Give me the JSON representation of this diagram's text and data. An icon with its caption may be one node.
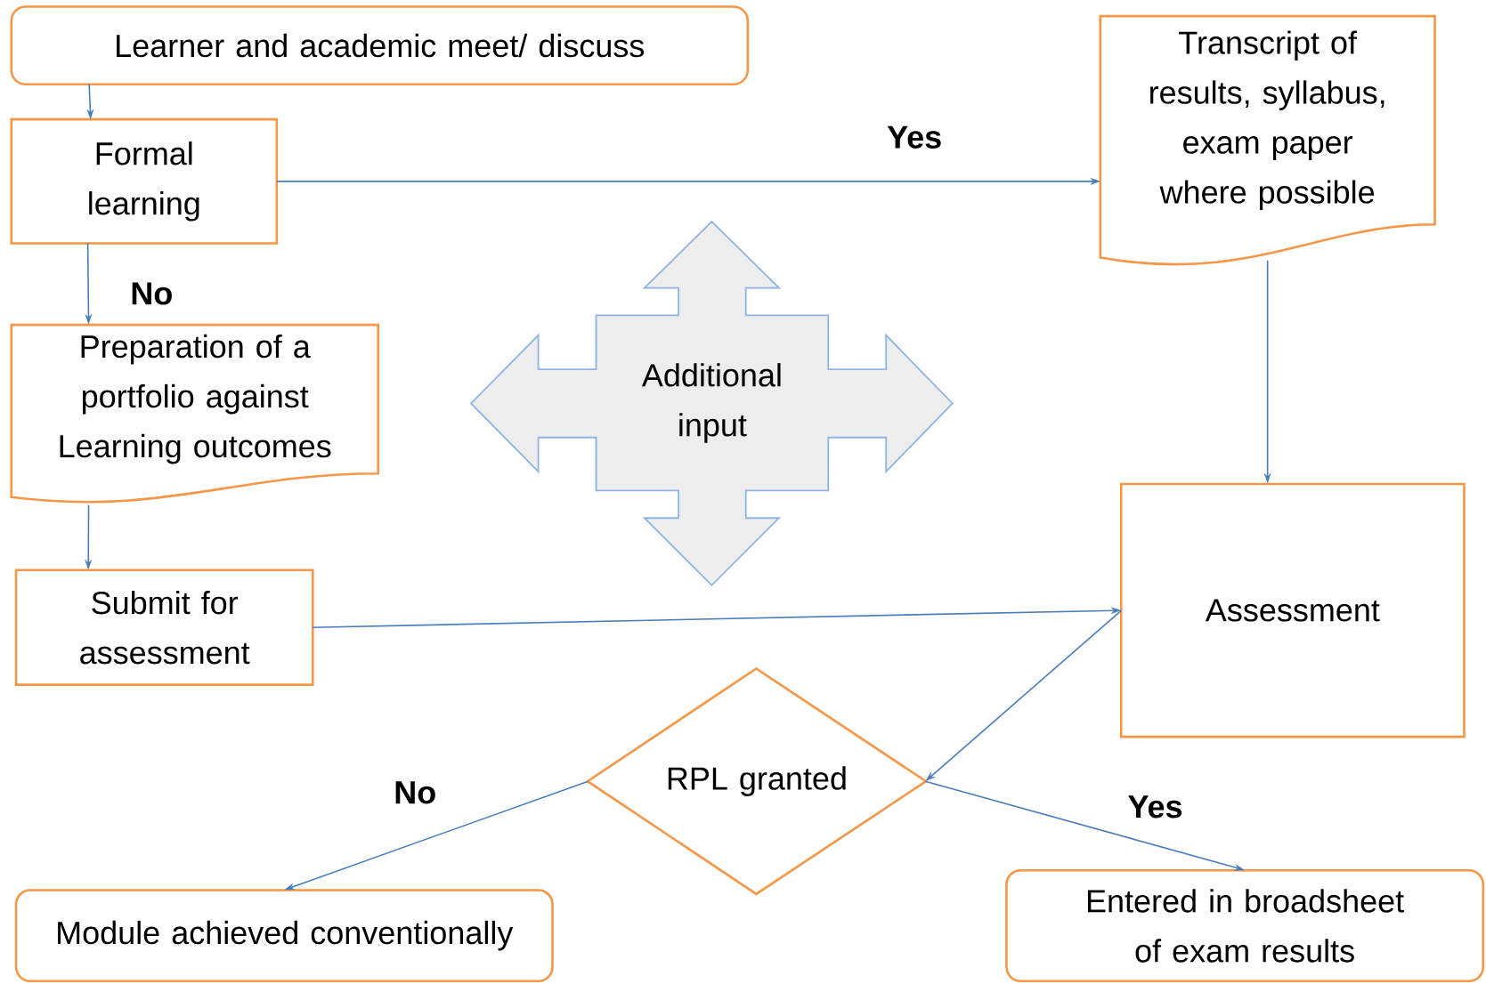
{
  "diagram": {
    "nodes": [
      {
        "text": [
          "Learner and academic meet/ discuss"
        ]
      },
      {
        "text": [
          "Formal learning"
        ]
      },
      {
        "text": [
          "Transcript of results, syllabus, exam paper where possible"
        ]
      },
      {
        "text": [
          "Preparation of a portfolio against Learning outcomes"
        ]
      },
      {
        "text": [
          "Additional input"
        ]
      },
      {
        "text": [
          "Submit for assessment"
        ]
      },
      {
        "text": [
          "Assessment"
        ]
      },
      {
        "text": [
          "RPL granted"
        ]
      },
      {
        "text": [
          "Module achieved conventionally"
        ]
      },
      {
        "text": [
          "Entered in broadsheet of exam results"
        ]
      }
    ],
    "edges": [
      {
        "from": 0,
        "to": 1,
        "arrow": "to"
      },
      {
        "from": 1,
        "to": 2,
        "arrow": "to",
        "label": "Yes"
      },
      {
        "from": 1,
        "to": 3,
        "arrow": "to",
        "label": "No"
      },
      {
        "from": 3,
        "to": 5,
        "arrow": "to"
      },
      {
        "from": 2,
        "to": 6,
        "arrow": "to"
      },
      {
        "from": 5,
        "to": 6,
        "arrow": "to"
      },
      {
        "from": 6,
        "to": 7,
        "arrow": "to"
      },
      {
        "from": 7,
        "to": 8,
        "arrow": "to",
        "label": "No"
      },
      {
        "from": 7,
        "to": 9,
        "arrow": "to",
        "label": "Yes"
      }
    ]
  }
}
